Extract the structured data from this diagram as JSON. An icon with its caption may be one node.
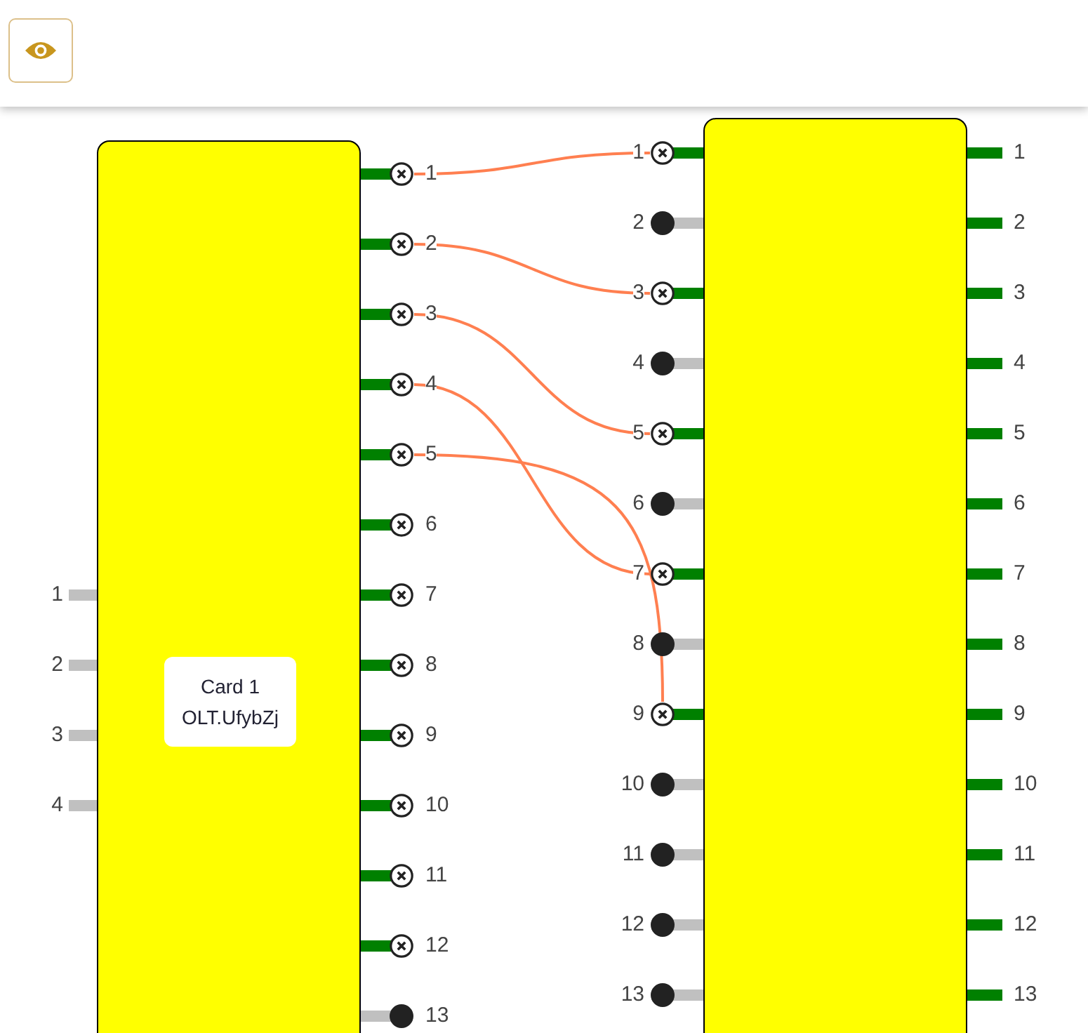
{
  "diagram": {
    "nodes": [
      {
        "text": [
          "Card 1",
          "OLT.UfybZj"
        ]
      },
      {
        "text": [],
        "shape": "bar",
        "beside": [
          "1"
        ]
      },
      {
        "text": [],
        "shape": "bar",
        "beside": [
          "2"
        ]
      },
      {
        "text": [],
        "shape": "bar",
        "beside": [
          "3"
        ]
      },
      {
        "text": [],
        "shape": "bar",
        "beside": [
          "4"
        ]
      },
      {
        "text": [],
        "shape": "bar",
        "beside": [
          "1"
        ]
      },
      {
        "text": [],
        "shape": "bar",
        "beside": [
          "2"
        ]
      },
      {
        "text": [],
        "shape": "bar",
        "beside": [
          "3"
        ]
      },
      {
        "text": [],
        "shape": "bar",
        "beside": [
          "4"
        ]
      },
      {
        "text": [],
        "shape": "bar",
        "beside": [
          "5"
        ]
      },
      {
        "text": [],
        "shape": "bar",
        "beside": [
          "6"
        ]
      },
      {
        "text": [],
        "shape": "bar",
        "beside": [
          "7"
        ]
      },
      {
        "text": [],
        "shape": "bar",
        "beside": [
          "8"
        ]
      },
      {
        "text": [],
        "shape": "bar",
        "beside": [
          "9"
        ]
      },
      {
        "text": [],
        "shape": "bar",
        "beside": [
          "10"
        ]
      },
      {
        "text": [],
        "shape": "bar",
        "beside": [
          "11"
        ]
      },
      {
        "text": [],
        "shape": "bar",
        "beside": [
          "12"
        ]
      },
      {
        "text": [],
        "shape": "bar",
        "beside": [
          "13"
        ]
      },
      {
        "text": [],
        "shape": "box"
      },
      {
        "text": [],
        "shape": "bar",
        "beside": [
          "1"
        ]
      },
      {
        "text": [],
        "shape": "bar",
        "beside": [
          "2"
        ]
      },
      {
        "text": [],
        "shape": "bar",
        "beside": [
          "3"
        ]
      },
      {
        "text": [],
        "shape": "bar",
        "beside": [
          "4"
        ]
      },
      {
        "text": [],
        "shape": "bar",
        "beside": [
          "5"
        ]
      },
      {
        "text": [],
        "shape": "bar",
        "beside": [
          "6"
        ]
      },
      {
        "text": [],
        "shape": "bar",
        "beside": [
          "7"
        ]
      },
      {
        "text": [],
        "shape": "bar",
        "beside": [
          "8"
        ]
      },
      {
        "text": [],
        "shape": "bar",
        "beside": [
          "9"
        ]
      },
      {
        "text": [],
        "shape": "bar",
        "beside": [
          "10"
        ]
      },
      {
        "text": [],
        "shape": "bar",
        "beside": [
          "11"
        ]
      },
      {
        "text": [],
        "shape": "bar",
        "beside": [
          "12"
        ]
      },
      {
        "text": [],
        "shape": "bar",
        "beside": [
          "13"
        ]
      },
      {
        "text": [],
        "shape": "bar",
        "beside": [
          "1"
        ]
      },
      {
        "text": [],
        "shape": "bar",
        "beside": [
          "2"
        ]
      },
      {
        "text": [],
        "shape": "bar",
        "beside": [
          "3"
        ]
      },
      {
        "text": [],
        "shape": "bar",
        "beside": [
          "4"
        ]
      },
      {
        "text": [],
        "shape": "bar",
        "beside": [
          "5"
        ]
      },
      {
        "text": [],
        "shape": "bar",
        "beside": [
          "6"
        ]
      },
      {
        "text": [],
        "shape": "bar",
        "beside": [
          "7"
        ]
      },
      {
        "text": [],
        "shape": "bar",
        "beside": [
          "8"
        ]
      },
      {
        "text": [],
        "shape": "bar",
        "beside": [
          "9"
        ]
      },
      {
        "text": [],
        "shape": "bar",
        "beside": [
          "10"
        ]
      },
      {
        "text": [],
        "shape": "bar",
        "beside": [
          "11"
        ]
      },
      {
        "text": [],
        "shape": "bar",
        "beside": [
          "12"
        ]
      },
      {
        "text": [],
        "shape": "bar",
        "beside": [
          "13"
        ]
      }
    ],
    "edges": [
      {
        "from": 5,
        "to": 19,
        "arrow": "none"
      },
      {
        "from": 6,
        "to": 21,
        "arrow": "none"
      },
      {
        "from": 7,
        "to": 23,
        "arrow": "none"
      },
      {
        "from": 8,
        "to": 25,
        "arrow": "none"
      },
      {
        "from": 9,
        "to": 27,
        "arrow": "none"
      }
    ]
  }
}
